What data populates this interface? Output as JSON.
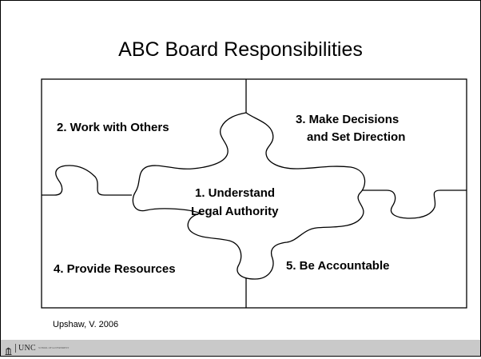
{
  "slide": {
    "title": "ABC Board Responsibilities",
    "credit": "Upshaw, V. 2006"
  },
  "puzzle": {
    "pieces": [
      {
        "lines": [
          "1. Understand",
          "Legal Authority"
        ]
      },
      {
        "lines": [
          "2. Work with Others"
        ]
      },
      {
        "lines": [
          "3. Make Decisions",
          "and Set Direction"
        ]
      },
      {
        "lines": [
          "4. Provide Resources"
        ]
      },
      {
        "lines": [
          "5. Be Accountable"
        ]
      }
    ]
  },
  "footer": {
    "logo_text": "UNC",
    "logo_subtext": "SCHOOL OF GOVERNMENT"
  }
}
